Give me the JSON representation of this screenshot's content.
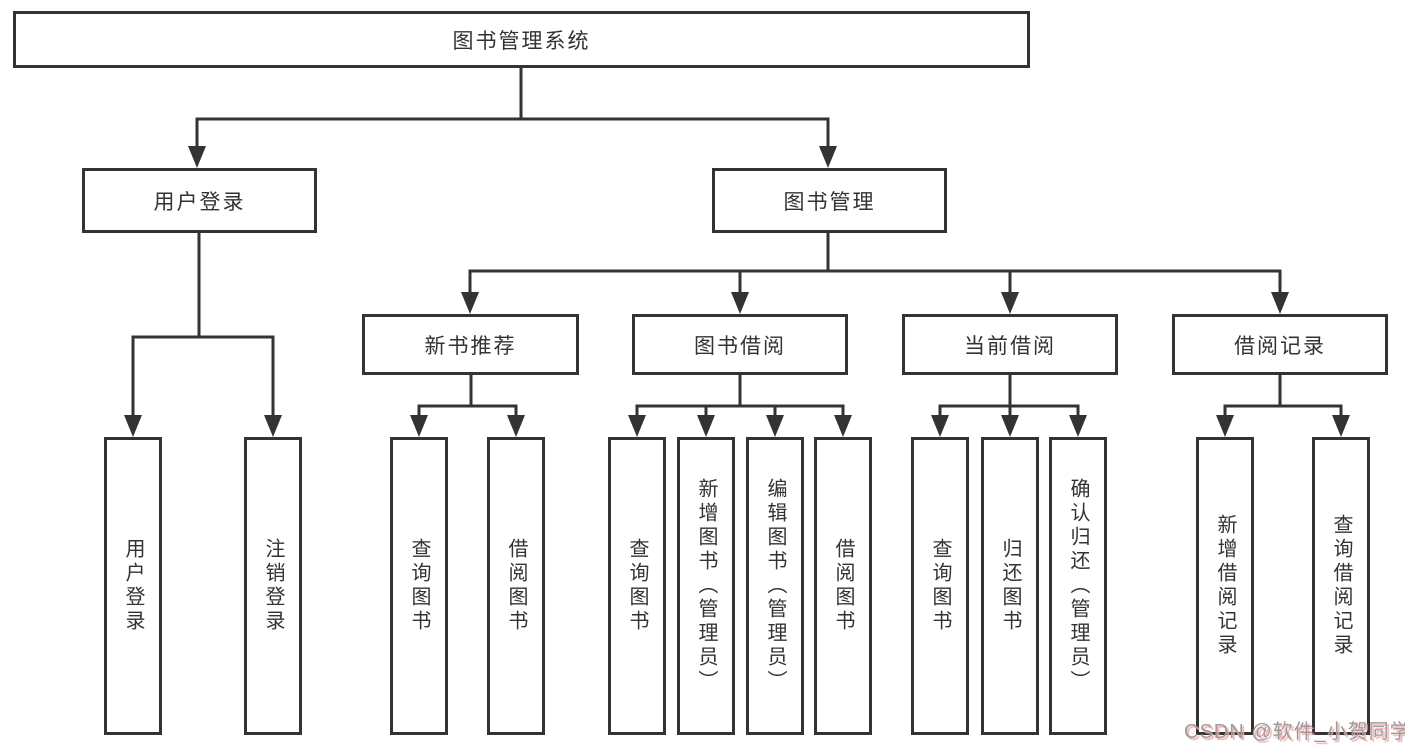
{
  "diagram": {
    "title": "图书管理系统",
    "level2": {
      "user_login": "用户登录",
      "book_mgmt": "图书管理"
    },
    "level3": {
      "new_book_rec": "新书推荐",
      "book_borrow": "图书借阅",
      "current_borrow": "当前借阅",
      "borrow_record": "借阅记录"
    },
    "leaves": {
      "user_login": "用户登录",
      "logout": "注销登录",
      "query_book_a": "查询图书",
      "borrow_book_a": "借阅图书",
      "query_book_b": "查询图书",
      "add_book_admin": "新增图书（管理员）",
      "edit_book_admin": "编辑图书（管理员）",
      "borrow_book_b": "借阅图书",
      "query_book_c": "查询图书",
      "return_book": "归还图书",
      "confirm_return_admin": "确认归还（管理员）",
      "add_borrow_record": "新增借阅记录",
      "query_borrow_record": "查询借阅记录"
    }
  },
  "watermark": "CSDN @软件_小贺同学",
  "colors": {
    "line": "#333333",
    "text": "#333333",
    "background": "#ffffff",
    "watermark_text": "#9c9c9c",
    "watermark_shadow": "#f3aaaa"
  }
}
